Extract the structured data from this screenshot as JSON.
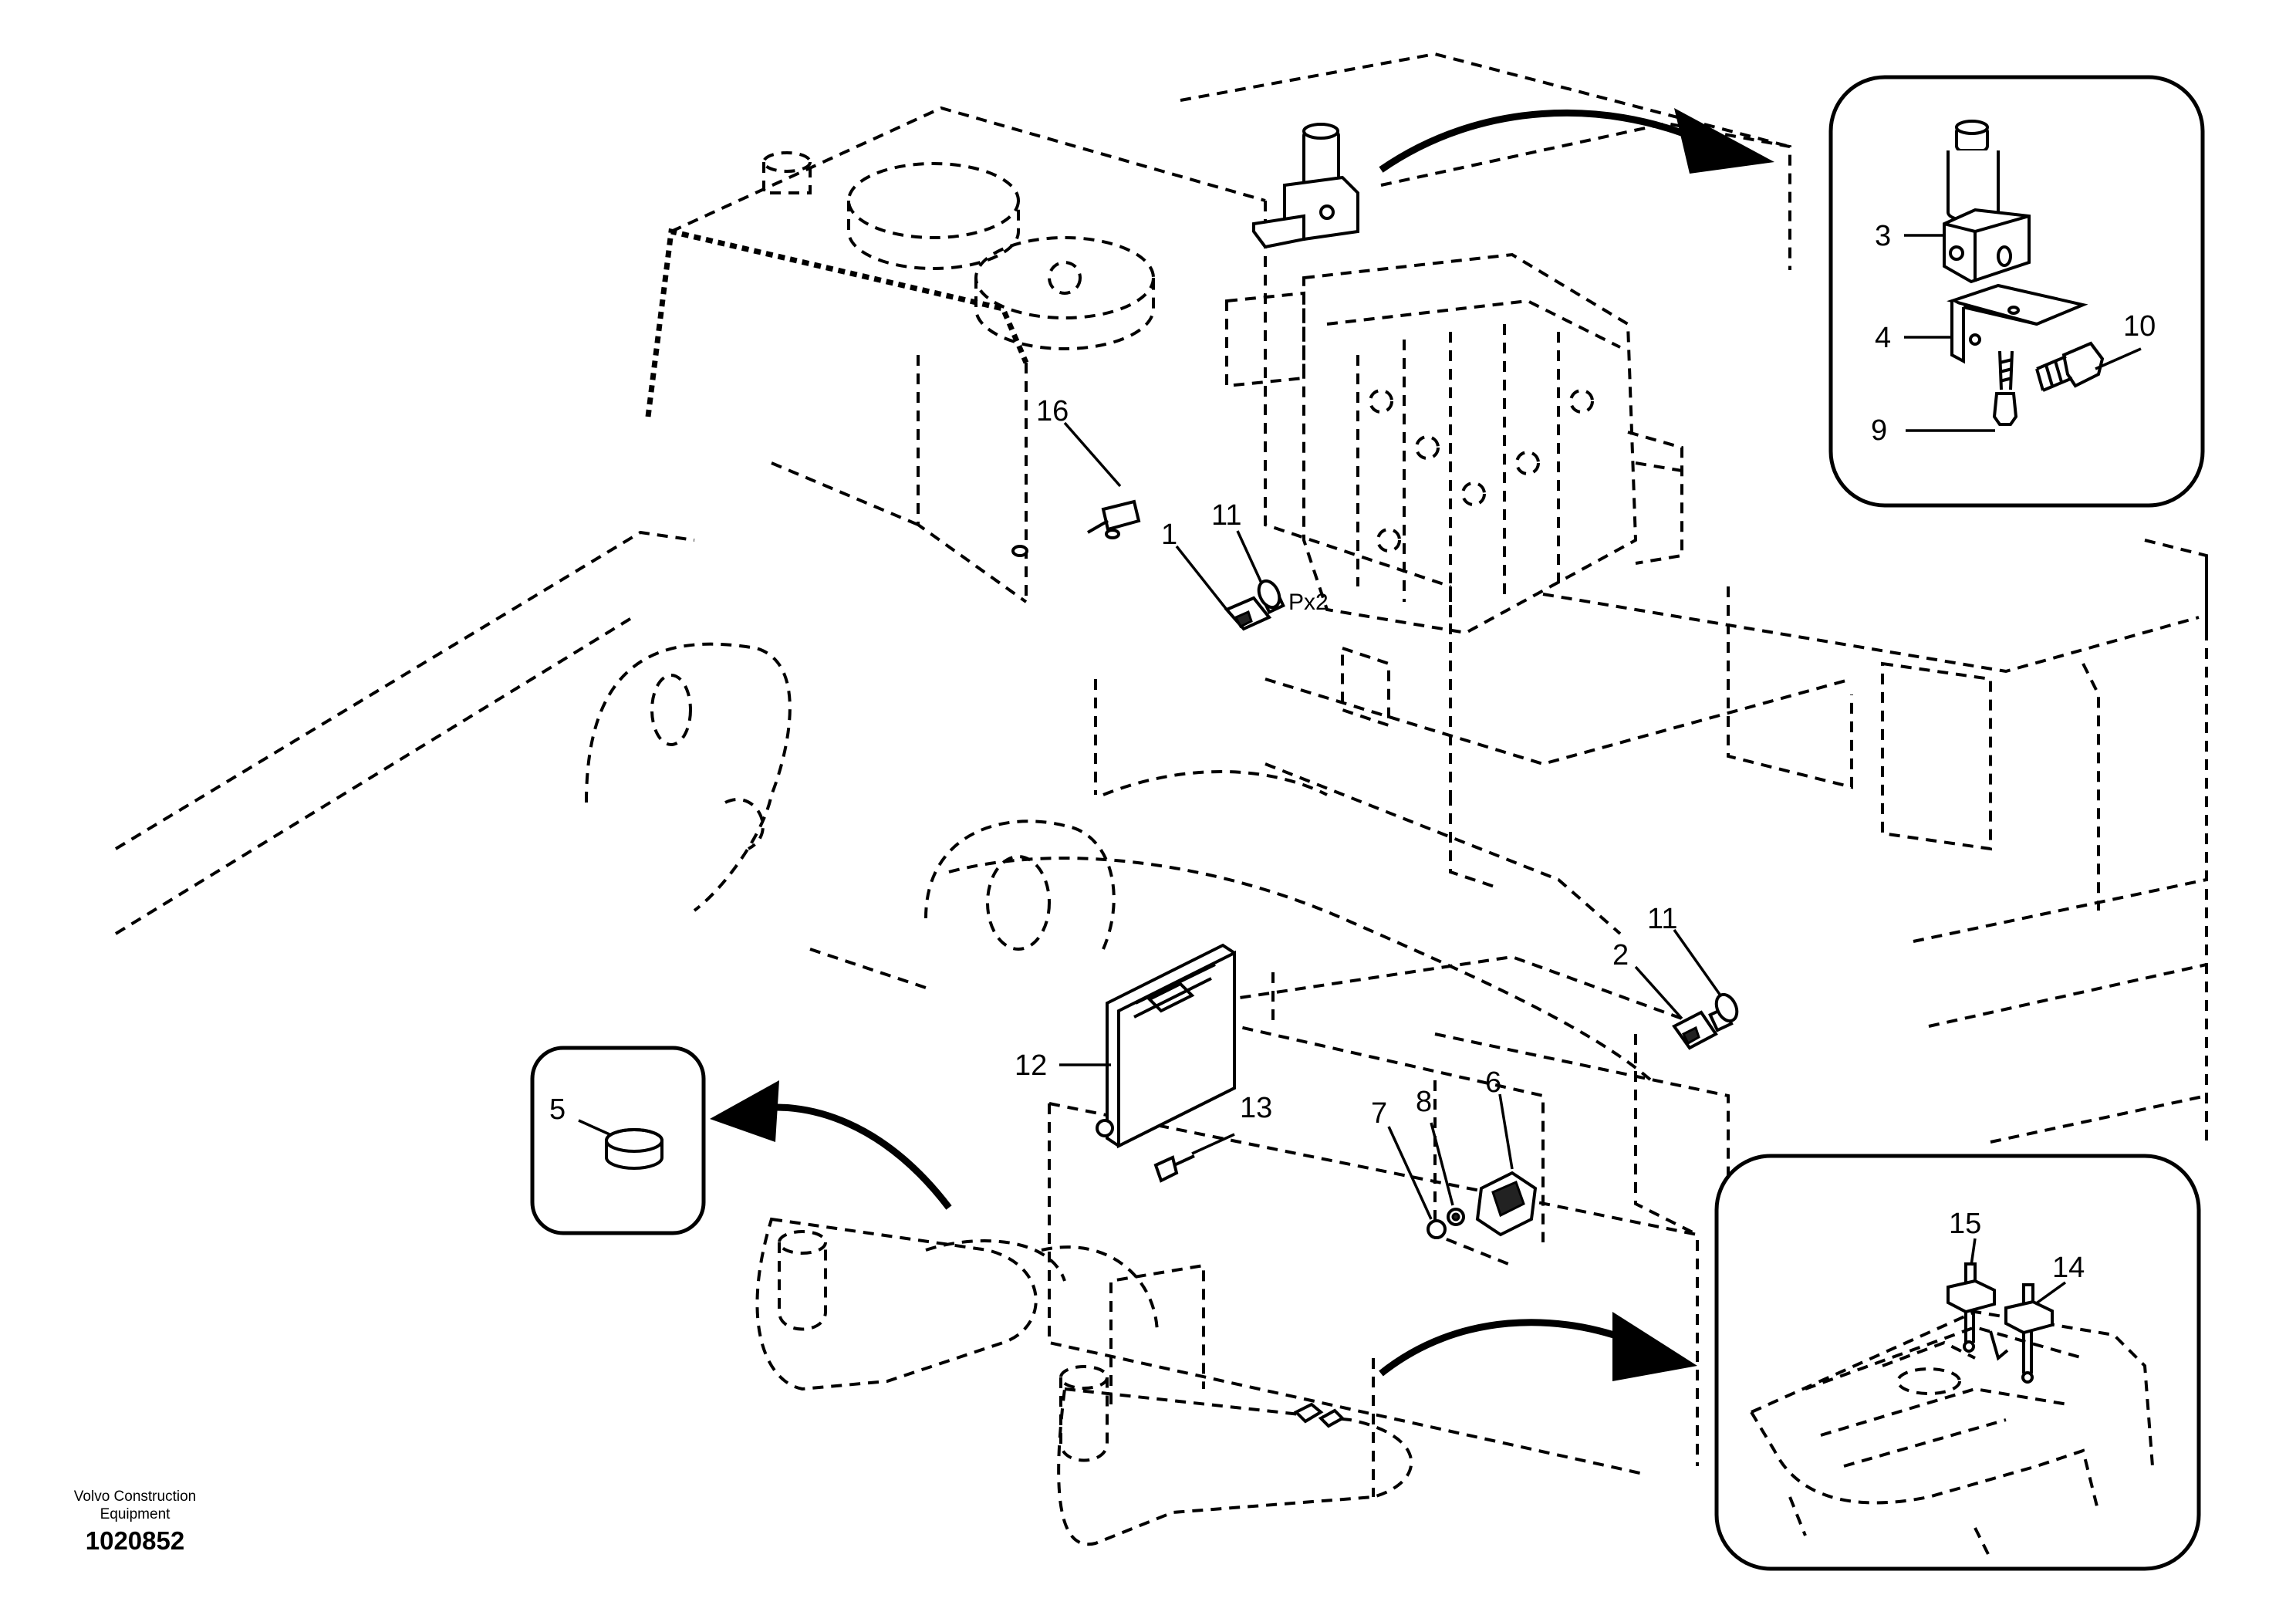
{
  "footer": {
    "brand_line1": "Volvo Construction",
    "brand_line2": "Equipment",
    "drawing_number": "1020852"
  },
  "callouts": {
    "c1": "1",
    "c2": "2",
    "c3": "3",
    "c4": "4",
    "c5": "5",
    "c6": "6",
    "c7": "7",
    "c8": "8",
    "c9": "9",
    "c10": "10",
    "c11a": "11",
    "c11b": "11",
    "c12": "12",
    "c13": "13",
    "c14": "14",
    "c15": "15",
    "c16": "16"
  },
  "annotations": {
    "quantity_note": "Px2"
  }
}
